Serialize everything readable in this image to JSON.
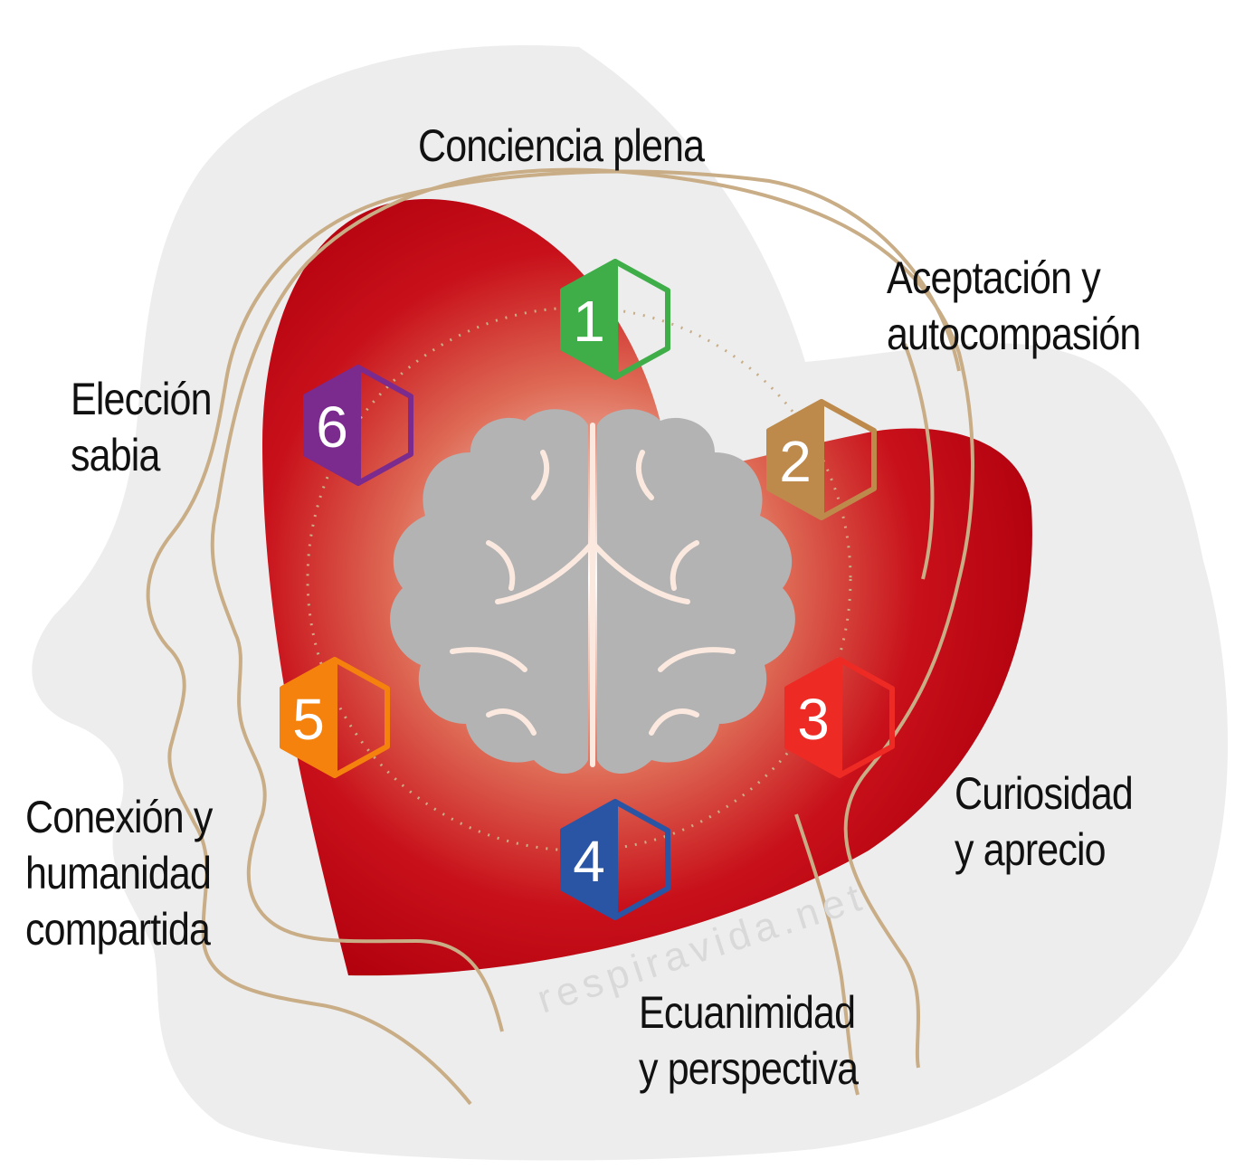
{
  "colors": {
    "heart": "#c8101a",
    "silhouette": "#ededed",
    "outline": "#c8ad86",
    "brain": "#b3b3b3",
    "step1": "#3fae49",
    "step2": "#bd8a4c",
    "step3": "#ee2a24",
    "step4": "#2a55a4",
    "step5": "#f5820d",
    "step6": "#7b2a8e"
  },
  "icons": {
    "center": "brain-icon",
    "background": "heart-shape",
    "silhouette": "head-profile"
  },
  "steps": [
    {
      "number": "1",
      "lines": [
        "Conciencia plena"
      ]
    },
    {
      "number": "2",
      "lines": [
        "Aceptación y",
        "autocompasión"
      ]
    },
    {
      "number": "3",
      "lines": [
        "Curiosidad",
        "y aprecio"
      ]
    },
    {
      "number": "4",
      "lines": [
        "Ecuanimidad",
        "y perspectiva"
      ]
    },
    {
      "number": "5",
      "lines": [
        "Conexión y",
        "humanidad",
        "compartida"
      ]
    },
    {
      "number": "6",
      "lines": [
        "Elección",
        "sabia"
      ]
    }
  ],
  "watermark": "respiravida.net"
}
